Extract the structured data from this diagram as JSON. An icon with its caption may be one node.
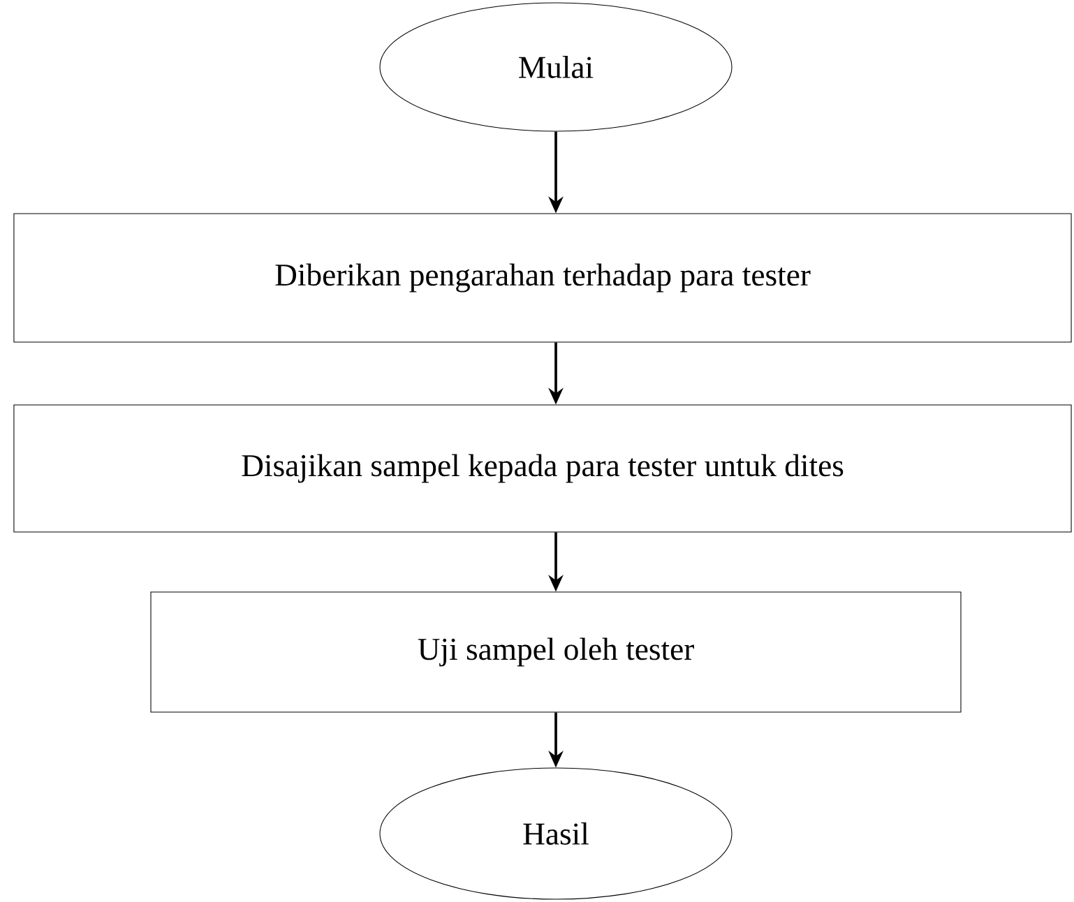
{
  "diagram": {
    "nodes": [
      {
        "text": [
          "Mulai"
        ]
      },
      {
        "text": [
          "Diberikan pengarahan terhadap para tester"
        ]
      },
      {
        "text": [
          "Disajikan sampel kepada para tester untuk dites"
        ]
      },
      {
        "text": [
          "Uji sampel oleh tester"
        ]
      },
      {
        "text": [
          "Hasil"
        ]
      }
    ],
    "edges": [
      {
        "from": 0,
        "to": 1,
        "arrow": "to"
      },
      {
        "from": 1,
        "to": 2,
        "arrow": "to"
      },
      {
        "from": 2,
        "to": 3,
        "arrow": "to"
      },
      {
        "from": 3,
        "to": 4,
        "arrow": "to"
      }
    ]
  }
}
